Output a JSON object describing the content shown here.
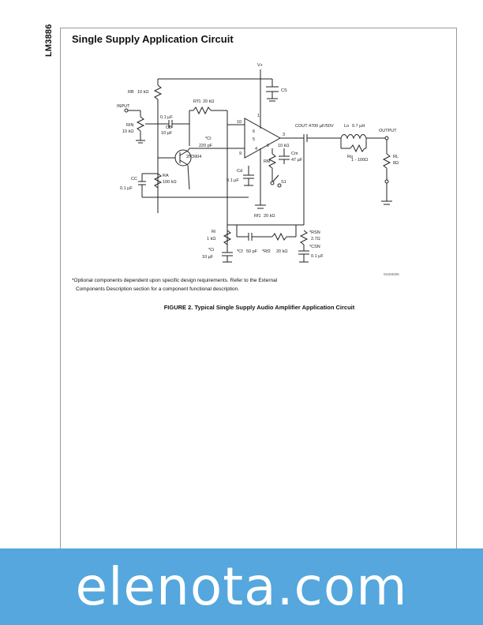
{
  "header": {
    "part_number": "LM3886",
    "section_title": "Single Supply Application Circuit"
  },
  "schematic": {
    "labels": {
      "vplus": "V+",
      "cs": "CS",
      "rb": "RB",
      "rb_val": "10 kΩ",
      "input": "INPUT",
      "rin": "RIN",
      "rin_val": "10 kΩ",
      "ci": "0.1 µF",
      "cb": "CB",
      "cb_val": "10 µF",
      "rf1": "R'f1",
      "rf1_val": "20 kΩ",
      "ci2": "*CI",
      "ci2_val": "220 pF",
      "transistor": "2N3904",
      "ra": "RA",
      "ra_val": "100 kΩ",
      "cc": "CC",
      "cc_val": "0.1 µF",
      "cd": "Cd",
      "cd_val": "0.1 µF",
      "cout": "COUT 4700 µF/50V",
      "lo": "Lo",
      "lo_val": "0.7 µH",
      "ro": "Ro",
      "ro_val": "1 - 100Ω",
      "output": "OUTPUT",
      "rl": "RL",
      "rl_val": "8Ω",
      "rmute": "RM",
      "rmute_val": "10 kΩ",
      "mute_cap": "Cm",
      "mute_cap_val": "47 µF",
      "mute_sw": "S1",
      "rf2": "Rf1",
      "rf2_val": "20 kΩ",
      "ri": "Ri",
      "ri_val": "1 kΩ",
      "ci3": "*Ci",
      "ci3_val": "10 µF",
      "cf": "*Cf",
      "cf_val": "50 pF",
      "rf3": "*Rf2",
      "rf3_val": "20 kΩ",
      "rsn": "*RSN",
      "rsn_val": "2.7Ω",
      "csn": "*CSN",
      "csn_val": "0.1 µF",
      "pin10": "10",
      "pin9": "9",
      "pin3": "3",
      "pin8": "8",
      "pin4": "4",
      "pin1": "1",
      "pin5": "5",
      "pin6": "6"
    },
    "figure_id": "01183205"
  },
  "footnote": {
    "line1": "*Optional components dependent upon specific design requirements. Refer to the External",
    "line2": "Components Description section for a component functional description."
  },
  "caption": "FIGURE 2. Typical Single Supply Audio Amplifier Application Circuit",
  "watermark": "elenota.com",
  "colors": {
    "banner": "#55a7de",
    "line": "#222222"
  }
}
